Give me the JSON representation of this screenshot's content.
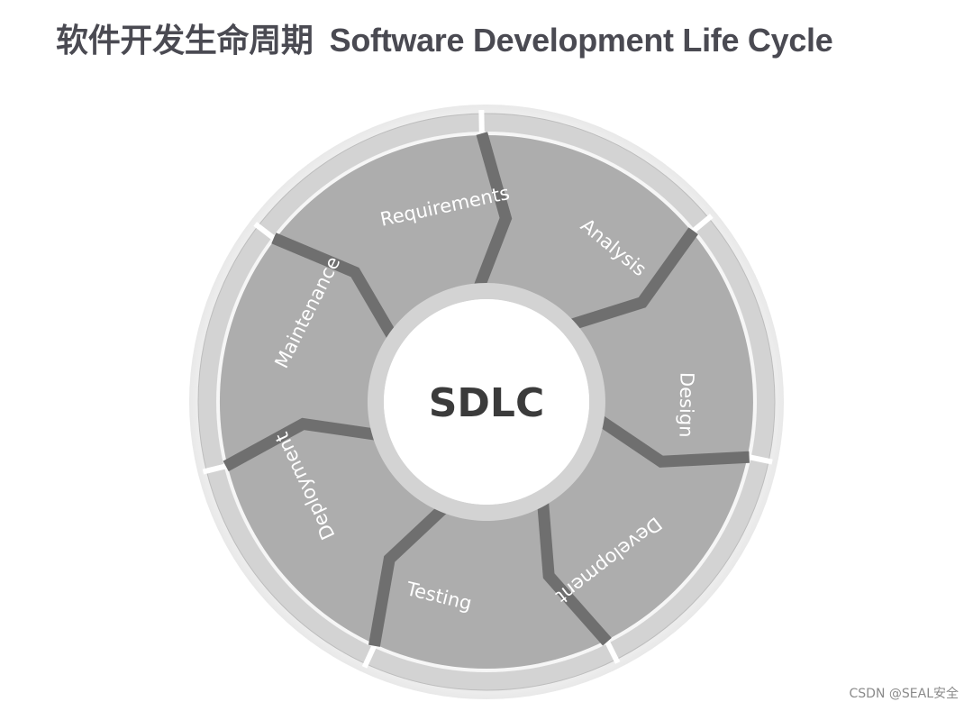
{
  "title": {
    "zh": "软件开发生命周期",
    "en": "Software Development Life Cycle"
  },
  "diagram": {
    "center": "SDLC",
    "phases": [
      "Requirements",
      "Analysis",
      "Design",
      "Development",
      "Testing",
      "Deployment",
      "Maintenance"
    ]
  },
  "watermark": "CSDN @SEAL安全",
  "colors": {
    "segment": "#adadad",
    "rim": "#d3d3d3",
    "divider": "#6f6f6f",
    "title": "#4a4a52"
  }
}
